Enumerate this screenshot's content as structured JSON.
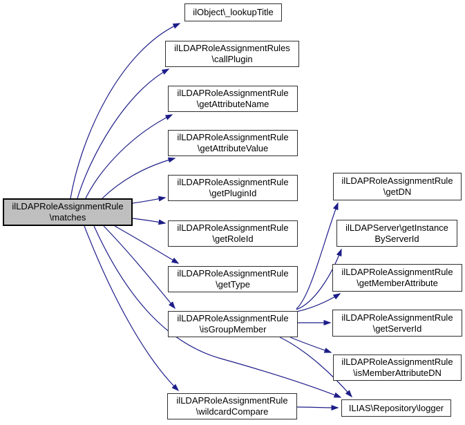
{
  "diagram": {
    "type": "call-graph",
    "background_color": "#ffffff",
    "edge_color": "#1d1d88",
    "node_fill": "#ffffff",
    "node_border_color": "#2e2e2e",
    "highlight_node_fill": "#bfbfbf",
    "nodes": [
      {
        "id": "matches",
        "line1": "ilLDAPRoleAssignmentRule",
        "line2": "\\matches",
        "highlighted": true
      },
      {
        "id": "lookupTitle",
        "line1": "ilObject\\_lookupTitle",
        "highlighted": false
      },
      {
        "id": "callPlugin",
        "line1": "ilLDAPRoleAssignmentRules",
        "line2": "\\callPlugin",
        "highlighted": false
      },
      {
        "id": "getAttributeName",
        "line1": "ilLDAPRoleAssignmentRule",
        "line2": "\\getAttributeName",
        "highlighted": false
      },
      {
        "id": "getAttributeValue",
        "line1": "ilLDAPRoleAssignmentRule",
        "line2": "\\getAttributeValue",
        "highlighted": false
      },
      {
        "id": "getPluginId",
        "line1": "ilLDAPRoleAssignmentRule",
        "line2": "\\getPluginId",
        "highlighted": false
      },
      {
        "id": "getRoleId",
        "line1": "ilLDAPRoleAssignmentRule",
        "line2": "\\getRoleId",
        "highlighted": false
      },
      {
        "id": "getType",
        "line1": "ilLDAPRoleAssignmentRule",
        "line2": "\\getType",
        "highlighted": false
      },
      {
        "id": "isGroupMember",
        "line1": "ilLDAPRoleAssignmentRule",
        "line2": "\\isGroupMember",
        "highlighted": false
      },
      {
        "id": "wildcardCompare",
        "line1": "ilLDAPRoleAssignmentRule",
        "line2": "\\wildcardCompare",
        "highlighted": false
      },
      {
        "id": "getDN",
        "line1": "ilLDAPRoleAssignmentRule",
        "line2": "\\getDN",
        "highlighted": false
      },
      {
        "id": "getInstanceByServerId",
        "line1": "ilLDAPServer\\getInstance",
        "line2": "ByServerId",
        "highlighted": false
      },
      {
        "id": "getMemberAttribute",
        "line1": "ilLDAPRoleAssignmentRule",
        "line2": "\\getMemberAttribute",
        "highlighted": false
      },
      {
        "id": "getServerId",
        "line1": "ilLDAPRoleAssignmentRule",
        "line2": "\\getServerId",
        "highlighted": false
      },
      {
        "id": "isMemberAttributeDN",
        "line1": "ilLDAPRoleAssignmentRule",
        "line2": "\\isMemberAttributeDN",
        "highlighted": false
      },
      {
        "id": "logger",
        "line1": "ILIAS\\Repository\\logger",
        "highlighted": false
      }
    ],
    "edges": [
      {
        "from": "matches",
        "to": "lookupTitle"
      },
      {
        "from": "matches",
        "to": "callPlugin"
      },
      {
        "from": "matches",
        "to": "getAttributeName"
      },
      {
        "from": "matches",
        "to": "getAttributeValue"
      },
      {
        "from": "matches",
        "to": "getPluginId"
      },
      {
        "from": "matches",
        "to": "getRoleId"
      },
      {
        "from": "matches",
        "to": "getType"
      },
      {
        "from": "matches",
        "to": "isGroupMember"
      },
      {
        "from": "matches",
        "to": "wildcardCompare"
      },
      {
        "from": "matches",
        "to": "logger"
      },
      {
        "from": "isGroupMember",
        "to": "getDN"
      },
      {
        "from": "isGroupMember",
        "to": "getInstanceByServerId"
      },
      {
        "from": "isGroupMember",
        "to": "getMemberAttribute"
      },
      {
        "from": "isGroupMember",
        "to": "getServerId"
      },
      {
        "from": "isGroupMember",
        "to": "isMemberAttributeDN"
      },
      {
        "from": "isGroupMember",
        "to": "logger"
      },
      {
        "from": "wildcardCompare",
        "to": "logger"
      }
    ]
  }
}
